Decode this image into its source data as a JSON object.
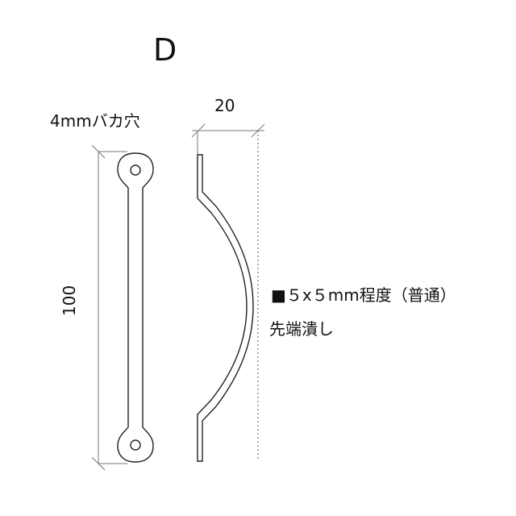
{
  "part_label": "D",
  "hole_label": "4mmバカ穴",
  "width_dimension": "20",
  "height_dimension": "100",
  "note": {
    "line1": "■５x５mm程度（普通）",
    "line2": "先端潰し"
  }
}
